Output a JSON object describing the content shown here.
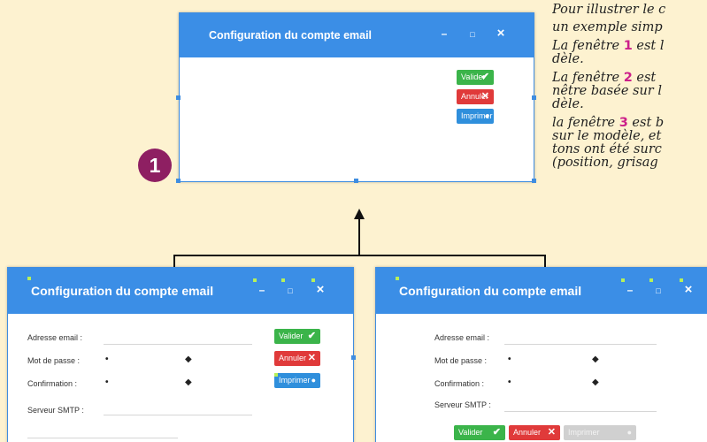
{
  "window_title": "Configuration du compte email",
  "titlebar_buttons": {
    "minimize": "–",
    "maximize": "□",
    "close": "×"
  },
  "buttons": {
    "validate": "Valider",
    "cancel": "Annuler",
    "print": "Imprimer"
  },
  "button_icons": {
    "validate": "checkmark-icon",
    "cancel": "cross-icon",
    "print": "dot-icon"
  },
  "form": {
    "email_label": "Adresse email :",
    "password_label": "Mot de passe :",
    "confirm_label": "Confirmation :",
    "smtp_label": "Serveur SMTP :",
    "password_value": "•",
    "confirm_value": "•"
  },
  "badge": "1",
  "notes": [
    {
      "before": "Pour illustrer le c",
      "num": "",
      "after": ""
    },
    {
      "before": "un exemple simp",
      "num": "",
      "after": ""
    },
    {
      "before": "La fenêtre ",
      "num": "1",
      "after": " est l"
    },
    {
      "before": "dèle.",
      "num": "",
      "after": ""
    },
    {
      "before": "La fenêtre ",
      "num": "2",
      "after": " est "
    },
    {
      "before": "nêtre basée sur l",
      "num": "",
      "after": ""
    },
    {
      "before": "dèle.",
      "num": "",
      "after": ""
    },
    {
      "before": "la fenêtre ",
      "num": "3",
      "after": " est b"
    },
    {
      "before": "sur le modèle, et",
      "num": "",
      "after": ""
    },
    {
      "before": "tons ont été surc",
      "num": "",
      "after": ""
    },
    {
      "before": "(position, grisag",
      "num": "",
      "after": ""
    }
  ],
  "colors": {
    "background": "#fdf2d0",
    "titlebar": "#3b8ee6",
    "green": "#3bb44a",
    "red": "#e03a3a",
    "blue": "#2f8fdc",
    "disabled": "#d0d0d0",
    "badge": "#8e1f62",
    "number_accent": "#cc1f8a"
  }
}
